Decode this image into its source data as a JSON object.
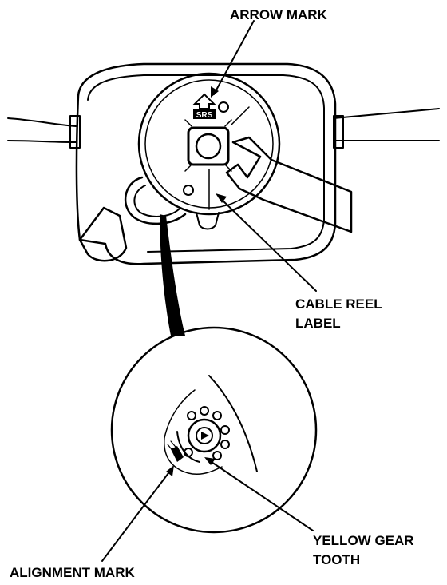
{
  "labels": {
    "arrow_mark": "ARROW MARK",
    "cable_reel_label_line1": "CABLE REEL",
    "cable_reel_label_line2": "LABEL",
    "yellow_gear_tooth_line1": "YELLOW GEAR",
    "yellow_gear_tooth_line2": "TOOTH",
    "alignment_mark": "ALIGNMENT MARK"
  },
  "mark_text": "SRS",
  "colors": {
    "ink": "#000000",
    "paper": "#ffffff"
  },
  "icons": [
    "arrow-up-icon"
  ]
}
